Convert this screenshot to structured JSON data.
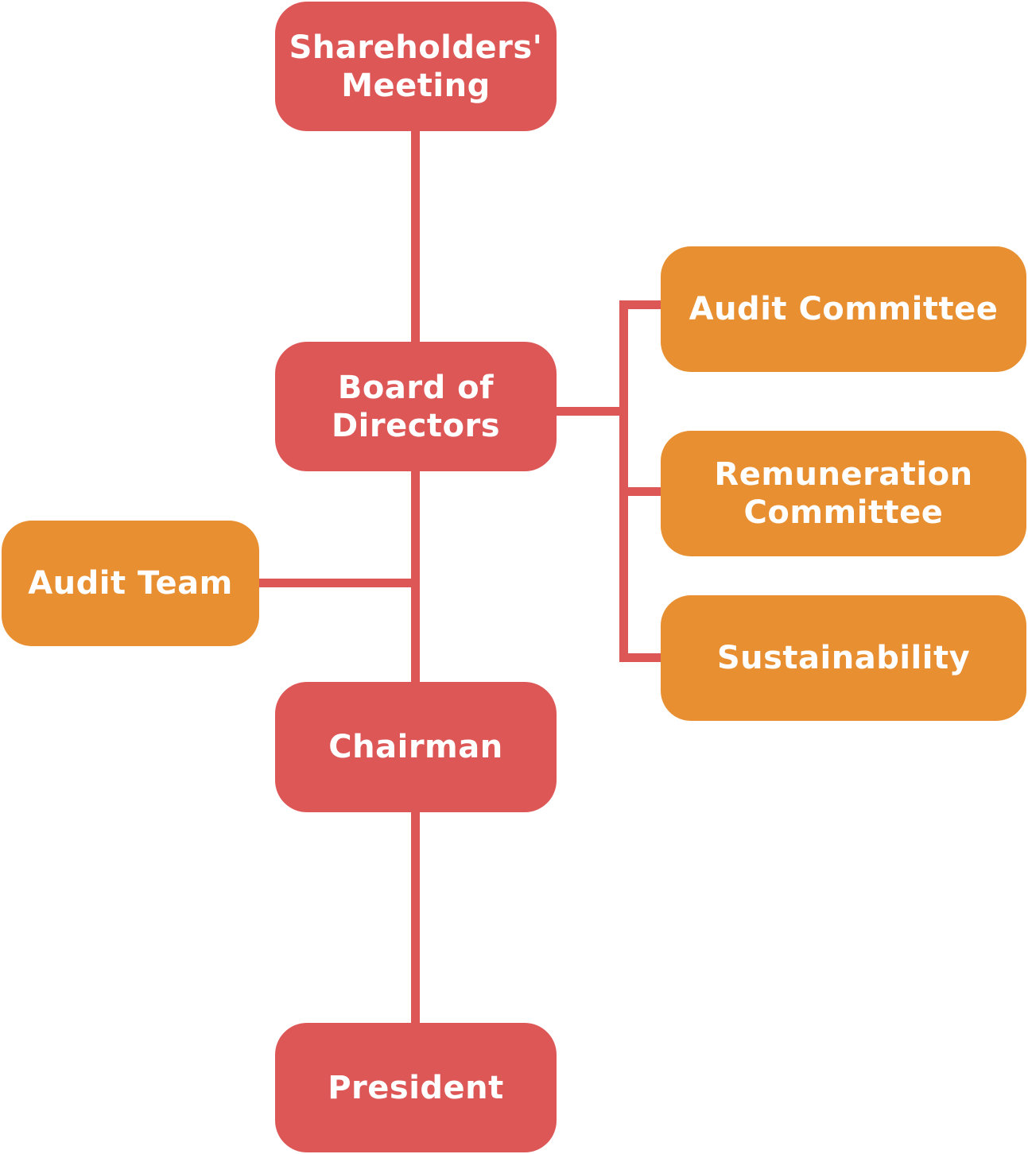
{
  "diagram": {
    "type": "organization-chart",
    "colors": {
      "primary_node": "#de5757",
      "secondary_node": "#e88f31",
      "connector": "#de5757",
      "text": "#ffffff",
      "background": "#ffffff"
    },
    "nodes": {
      "shareholders": "Shareholders'\nMeeting",
      "board": "Board of\nDirectors",
      "chairman": "Chairman",
      "president": "President",
      "audit_team": "Audit Team",
      "audit_committee": "Audit Committee",
      "remuneration_committee": "Remuneration\nCommittee",
      "sustainability": "Sustainability"
    },
    "edges": [
      {
        "from": "Shareholders' Meeting",
        "to": "Board of Directors"
      },
      {
        "from": "Board of Directors",
        "to": "Chairman"
      },
      {
        "from": "Chairman",
        "to": "President"
      },
      {
        "from": "Board of Directors",
        "to": "Audit Team"
      },
      {
        "from": "Board of Directors",
        "to": "Audit Committee"
      },
      {
        "from": "Board of Directors",
        "to": "Remuneration Committee"
      },
      {
        "from": "Board of Directors",
        "to": "Sustainability"
      }
    ]
  }
}
